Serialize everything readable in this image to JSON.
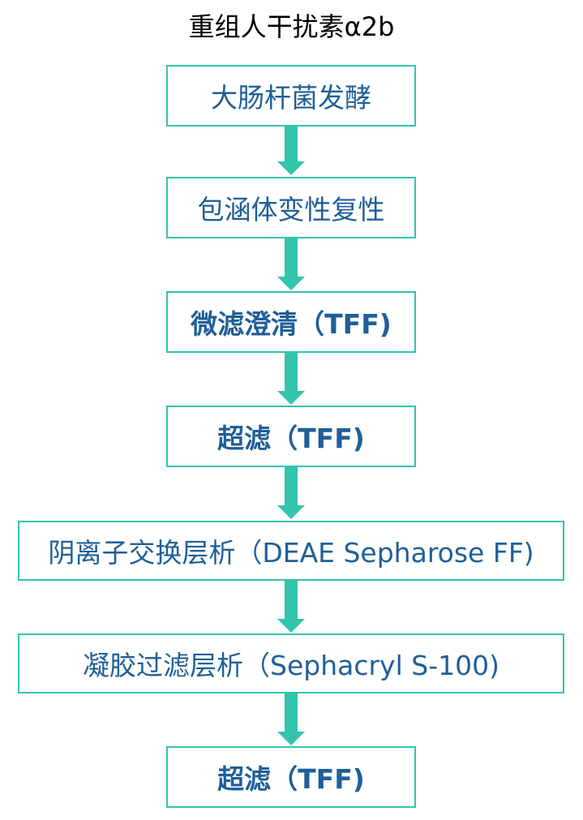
{
  "title": "重组人干扰素α2b",
  "steps": [
    "大肠杆菌发酵",
    "包涵体变性复性",
    "微滤澄清（TFF)",
    "超滤（TFF)",
    "阴离子交换层析（DEAE Sepharose FF)",
    "凝胶过滤层析（Sephacryl S-100)",
    "超滤（TFF)"
  ],
  "colors": {
    "box_border": "#33c4ac",
    "arrow": "#33c4ac",
    "step_text": "#1f5f99",
    "title_text": "#000000"
  }
}
